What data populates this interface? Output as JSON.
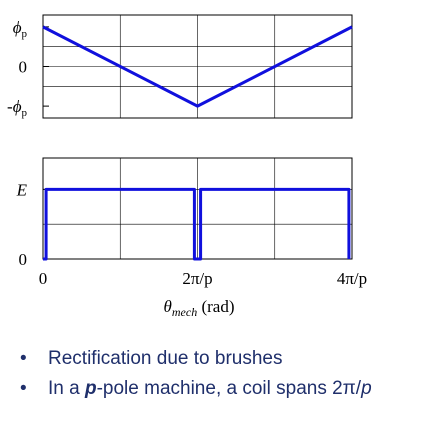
{
  "chart_data": [
    {
      "type": "line",
      "panel": "flux",
      "x": [
        0,
        1,
        2
      ],
      "y": [
        1,
        -1,
        1
      ],
      "xlim": [
        0,
        2
      ],
      "ylim": [
        -1.3,
        1.3
      ],
      "ytick_values": [
        1,
        0,
        -1
      ],
      "ytick_labels": [
        "ϕp",
        "0",
        "-ϕp"
      ],
      "grid": true,
      "line_color": "#1010dd"
    },
    {
      "type": "line",
      "panel": "emf",
      "x": [
        0,
        0.02,
        0.02,
        0.98,
        0.98,
        1.02,
        1.02,
        1.98,
        1.98
      ],
      "y": [
        0,
        0,
        1,
        1,
        0,
        0,
        1,
        1,
        0
      ],
      "xlim": [
        0,
        2
      ],
      "ylim": [
        0,
        1.45
      ],
      "ytick_values": [
        1,
        0
      ],
      "ytick_labels": [
        "E",
        "0"
      ],
      "xtick_values": [
        0,
        1,
        2
      ],
      "xtick_labels": [
        "0",
        "2π/p",
        "4π/p"
      ],
      "xlabel_main": "θ",
      "xlabel_sub": "mech",
      "xlabel_unit": " (rad)",
      "grid": true,
      "line_color": "#1010dd"
    }
  ],
  "bullets": [
    {
      "text": "Rectification due to brushes"
    },
    {
      "pre": "In a ",
      "bold": "p",
      "mid": "-pole machine, a coil spans 2π/",
      "italic": "p"
    }
  ],
  "bullet_symbol": "•"
}
